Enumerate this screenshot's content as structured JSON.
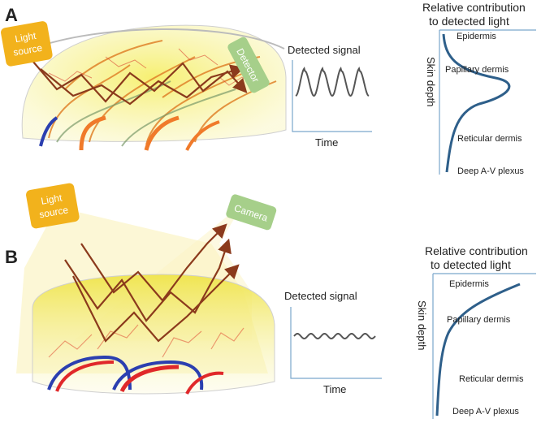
{
  "panel_a": {
    "letter": "A",
    "light_source": [
      "Light",
      "source"
    ],
    "detector": "Detector",
    "signal_title": "Detected signal",
    "signal_xlabel": "Time",
    "contrib_title": [
      "Relative contribution",
      "to detected light"
    ],
    "depth_label": "Skin depth",
    "layers": [
      "Epidermis",
      "Papillary dermis",
      "Reticular dermis",
      "Deep A-V plexus"
    ]
  },
  "panel_b": {
    "letter": "B",
    "light_source": [
      "Light",
      "source"
    ],
    "camera": "Camera",
    "signal_title": "Detected signal",
    "signal_xlabel": "Time",
    "contrib_title": [
      "Relative contribution",
      "to detected light"
    ],
    "depth_label": "Skin depth",
    "layers": [
      "Epidermis",
      "Papillary dermis",
      "Reticular dermis",
      "Deep A-V plexus"
    ]
  },
  "colors": {
    "source_box": "#f2b21c",
    "detector_box": "#a6cf8a",
    "arrow": "#8b3a1c",
    "curve": "#2e5f8a",
    "signal": "#555555",
    "axis": "#7aa6cc",
    "tissue_glow": "#f6ef6a"
  }
}
